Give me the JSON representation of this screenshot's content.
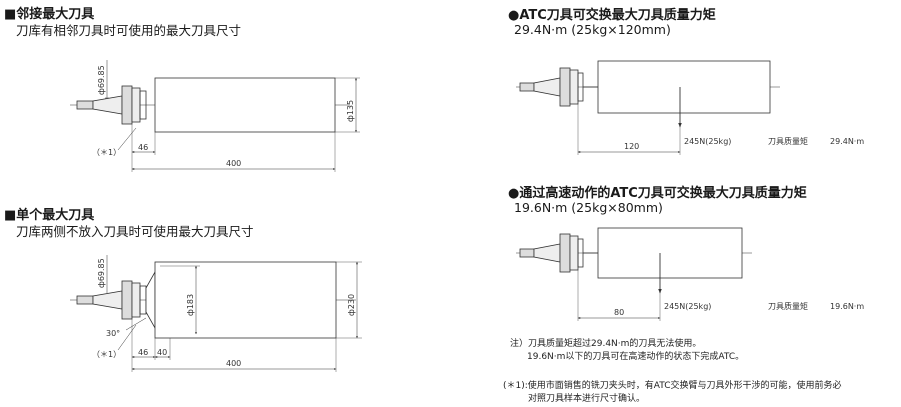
{
  "panel1": {
    "title": "■邻接最大刀具",
    "subtitle": "刀库有相邻刀具时可使用的最大刀具尺寸",
    "dim_shank": "ф69.85",
    "dim_dia": "ф135",
    "dim_46": "46",
    "dim_400": "400",
    "note_mark": "（＊1）"
  },
  "panel2": {
    "title": "■单个最大刀具",
    "subtitle": "刀库两侧不放入刀具时可使用最大刀具尺寸",
    "dim_shank": "ф69.85",
    "dim_183": "ф183",
    "dim_230": "ф230",
    "dim_30": "30°",
    "dim_46": "46",
    "dim_40": "40",
    "dim_400": "400",
    "note_mark": "（＊1）"
  },
  "panel3": {
    "title": "●ATC刀具可交换最大刀具质量力矩",
    "subtitle": "29.4N·m (25kg×120mm)",
    "force": "245N(25kg)",
    "dim": "120",
    "moment_label": "刀具质量矩",
    "moment_value": "29.4N·m"
  },
  "panel4": {
    "title": "●通过高速动作的ATC刀具可交换最大刀具质量力矩",
    "subtitle": "19.6N·m (25kg×80mm)",
    "force": "245N(25kg)",
    "dim": "80",
    "moment_label": "刀具质量矩",
    "moment_value": "19.6N·m"
  },
  "notes": {
    "note1": "注）刀具质量矩超过29.4N·m的刀具无法使用。",
    "note2": "19.6N·m以下的刀具可在高速动作的状态下完成ATC。",
    "foot1": "(＊1):使用市面销售的铣刀夹头时，有ATC交换臂与刀具外形干涉的可能，使用前务必",
    "foot2": "对照刀具样本进行尺寸确认。"
  },
  "colors": {
    "line": "#333333",
    "text": "#1a1a1a"
  }
}
